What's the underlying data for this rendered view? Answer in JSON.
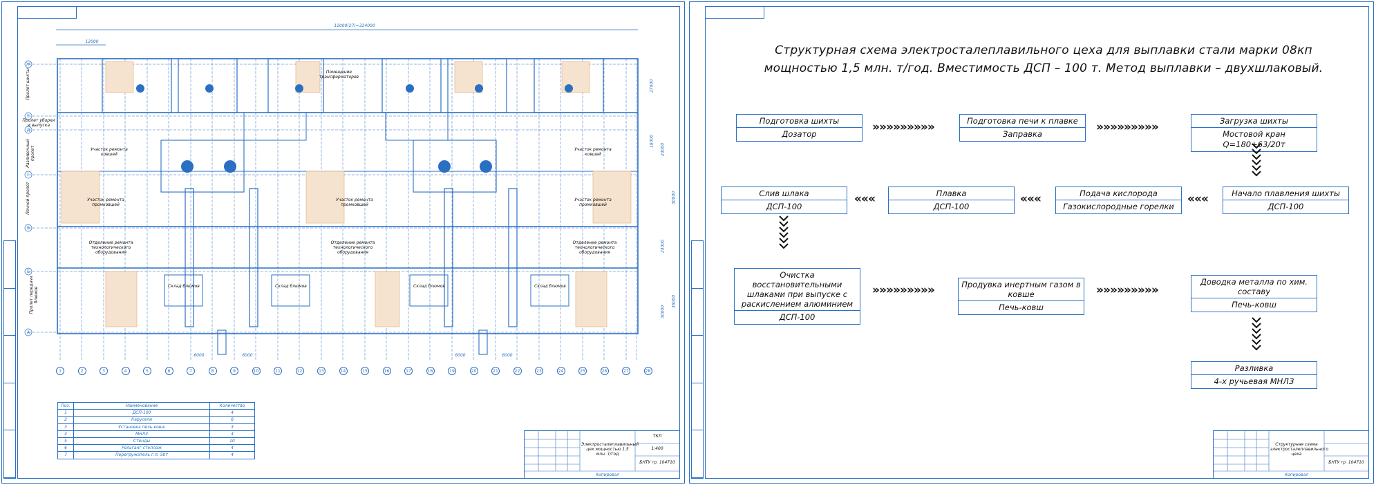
{
  "left_sheet": {
    "plan_labels": {
      "top_dim": "12000(27)=324000",
      "top_dim_small": "12000",
      "transformer_room": "Помещение трансформаторов",
      "repair_furnace_left": "Участок ремонта ковшей",
      "repair_furnace_right": "Участок ремонта ковшей",
      "repair_intermediate_left": "Участок ремонта промковшей",
      "repair_intermediate_center": "Участок ремонта промковшей",
      "repair_intermediate_right": "Участок ремонта промковшей",
      "dept_repair_left": "Отделение ремонта технологического оборудования",
      "dept_repair_center": "Отделение ремонта технологического оборудования",
      "dept_repair_right": "Отделение ремонта технологического оборудования",
      "warehouse_1": "Склад блюмов",
      "warehouse_2": "Склад блюмов",
      "warehouse_3": "Склад блюмов",
      "warehouse_4": "Склад блюмов",
      "span_charge": "Пролет шихты",
      "span_pouring": "Разливочный пролет",
      "span_furnace": "Печной пролет",
      "span_service": "Пролет уборки и выпуска",
      "span_cooling": "Пролет передачи блюмов",
      "bottom_dims": [
        "6000",
        "6000",
        "6000",
        "6000"
      ],
      "right_dims": [
        "27000",
        "18000",
        "24000",
        "30000",
        "24000",
        "36000",
        "30000"
      ],
      "row_letters": [
        "Ж",
        "Е",
        "Д",
        "Г",
        "В",
        "Б",
        "А"
      ],
      "column_numbers": [
        "1",
        "2",
        "3",
        "4",
        "5",
        "6",
        "7",
        "8",
        "9",
        "10",
        "11",
        "12",
        "13",
        "14",
        "15",
        "16",
        "17",
        "18",
        "19",
        "20",
        "21",
        "22",
        "23",
        "24",
        "25",
        "26",
        "27",
        "28"
      ]
    },
    "spec_table": {
      "headers": [
        "Поз.",
        "Наименование",
        "Количество"
      ],
      "rows": [
        [
          "1",
          "ДСП-100",
          "4"
        ],
        [
          "2",
          "Карусели",
          "8"
        ],
        [
          "3",
          "Установка печь-ковш",
          "3"
        ],
        [
          "4",
          "МНЛЗ",
          "4"
        ],
        [
          "5",
          "Стенды",
          "10"
        ],
        [
          "6",
          "Рольганг-стеллаж",
          "4"
        ],
        [
          "7",
          "Перегружатель г.п. 50т",
          "4"
        ]
      ]
    },
    "stamp": {
      "title": "Электросталеплавильный цех мощностью 1,5 млн. т/год",
      "code": "ТКЛ",
      "scale": "1:400",
      "org": "БНТУ гр. 104710",
      "sheet": "Копировал"
    }
  },
  "right_sheet": {
    "title_line1": "Структурная схема электросталеплавильного цеха для выплавки стали марки 08кп",
    "title_line2": "мощностью 1,5 млн. т/год. Вместимость ДСП – 100 т. Метод выплавки – двухшлаковый.",
    "steps": {
      "s1": {
        "top": "Подготовка шихты",
        "bottom": "Дозатор"
      },
      "s2": {
        "top": "Подготовка печи к плавке",
        "bottom": "Заправка"
      },
      "s3": {
        "top": "Загрузка шихты",
        "bottom": "Мостовой кран Q=180+63/20т"
      },
      "s4": {
        "top": "Начало плавления шихты",
        "bottom": "ДСП-100"
      },
      "s5": {
        "top": "Подача кислорода",
        "bottom": "Газокислородные горелки"
      },
      "s6": {
        "top": "Плавка",
        "bottom": "ДСП-100"
      },
      "s7": {
        "top": "Слив шлака",
        "bottom": "ДСП-100"
      },
      "s8": {
        "top": "Очистка восстановительными шлаками при выпуске с раскислением алюминием",
        "bottom": "ДСП-100"
      },
      "s9": {
        "top": "Продувка инертным газом в ковше",
        "bottom": "Печь-ковш"
      },
      "s10": {
        "top": "Доводка металла по хим. составу",
        "bottom": "Печь-ковш"
      },
      "s11": {
        "top": "Разливка",
        "bottom": "4-х ручьевая МНЛЗ"
      }
    },
    "arrow_right": "»»»»»»»»»",
    "arrow_left": "«««",
    "stamp": {
      "title": "Структурная схема электросталеплавильного цеха",
      "org": "БНТУ гр. 104710",
      "sheet": "Копировал"
    }
  },
  "colors": {
    "line": "#2a6fc2",
    "text": "#111111",
    "hatch": "#e8b98a"
  }
}
